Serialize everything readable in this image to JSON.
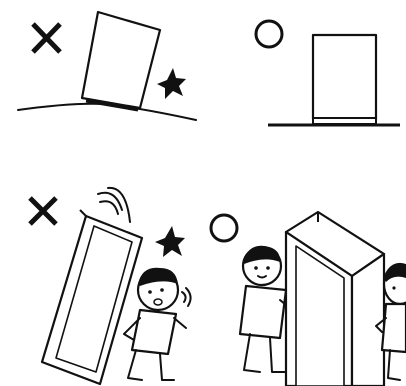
{
  "panels": [
    {
      "id": "top-left",
      "mark": "incorrect",
      "symbol_icon": "cross-icon",
      "depicts": "appliance-tilted-on-uneven-floor"
    },
    {
      "id": "top-right",
      "mark": "correct",
      "symbol_icon": "circle-icon",
      "depicts": "appliance-level-on-flat-floor"
    },
    {
      "id": "bottom-left",
      "mark": "incorrect",
      "symbol_icon": "cross-icon",
      "depicts": "tall-cabinet-tipping-over-onto-person"
    },
    {
      "id": "bottom-right",
      "mark": "correct",
      "symbol_icon": "circle-icon",
      "depicts": "two-people-carrying-cabinet"
    }
  ],
  "colors": {
    "ink": "#111111",
    "background": "#ffffff"
  }
}
